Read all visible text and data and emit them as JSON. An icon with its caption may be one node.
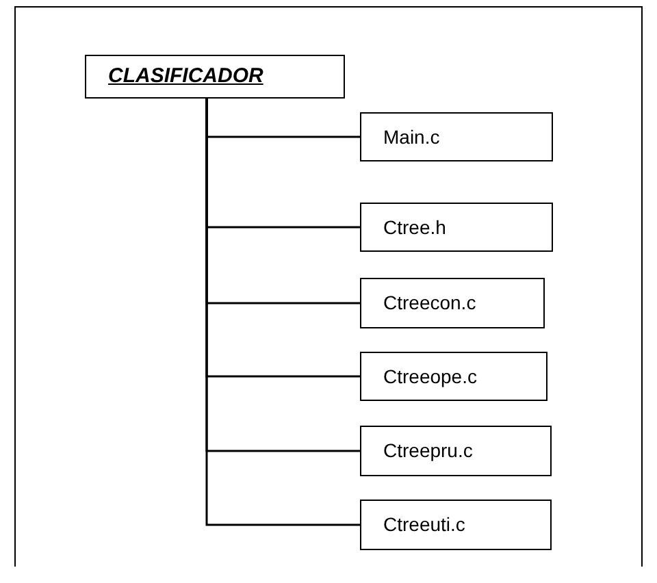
{
  "diagram": {
    "nodes": [
      {
        "text": [
          "CLASIFICADOR"
        ]
      },
      {
        "text": [
          "Main.c"
        ]
      },
      {
        "text": [
          "Ctree.h"
        ]
      },
      {
        "text": [
          "Ctreecon.c"
        ]
      },
      {
        "text": [
          "Ctreeope.c"
        ]
      },
      {
        "text": [
          "Ctreepru.c"
        ]
      },
      {
        "text": [
          "Ctreeuti.c"
        ]
      }
    ],
    "edges": [
      {
        "from": 0,
        "to": 1,
        "arrow": "none"
      },
      {
        "from": 0,
        "to": 2,
        "arrow": "none"
      },
      {
        "from": 0,
        "to": 3,
        "arrow": "none"
      },
      {
        "from": 0,
        "to": 4,
        "arrow": "none"
      },
      {
        "from": 0,
        "to": 5,
        "arrow": "none"
      },
      {
        "from": 0,
        "to": 6,
        "arrow": "none"
      }
    ]
  }
}
